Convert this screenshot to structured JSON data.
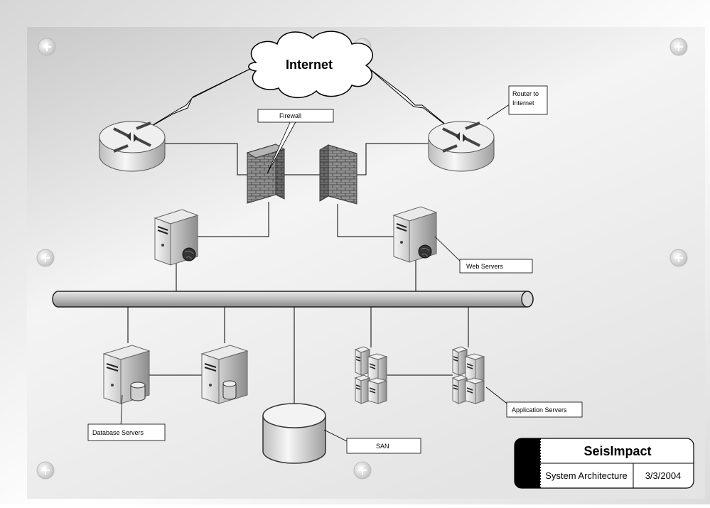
{
  "cloud_label": "Internet",
  "callouts": {
    "router": "Router to\nInternet",
    "firewall": "Firewall",
    "web_servers": "Web Servers",
    "database_servers": "Database Servers",
    "san": "SAN",
    "application_servers": "Application Servers"
  },
  "title_block": {
    "company": "SeisImpact",
    "document": "System Architecture",
    "date": "3/3/2004"
  }
}
